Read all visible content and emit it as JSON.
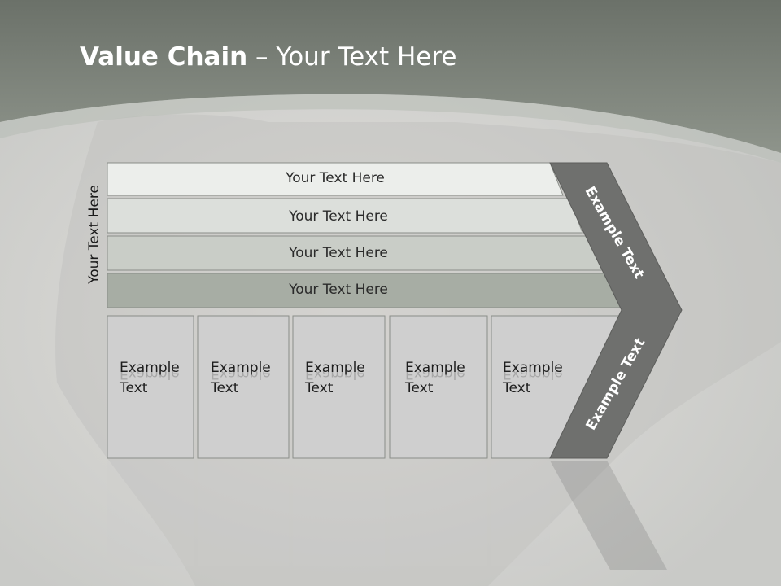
{
  "slide": {
    "title_bold": "Value Chain",
    "title_rest": " – Your Text Here",
    "side_label": "Your Text Here",
    "rows": [
      {
        "label": "Your Text Here"
      },
      {
        "label": "Your Text Here"
      },
      {
        "label": "Your Text Here"
      },
      {
        "label": "Your Text Here"
      }
    ],
    "columns": [
      {
        "line1": "Example",
        "line2": "Text"
      },
      {
        "line1": "Example",
        "line2": "Text"
      },
      {
        "line1": "Example",
        "line2": "Text"
      },
      {
        "line1": "Example",
        "line2": "Text"
      },
      {
        "line1": "Example",
        "line2": "Text"
      }
    ],
    "chevron_upper": "Example Text",
    "chevron_lower": "Example Text",
    "colors": {
      "header": "#7f857c",
      "chevron": "#6f706e",
      "row_fills": [
        "#eceeeb",
        "#dcdfdb",
        "#c9cdc7",
        "#a7ada4"
      ],
      "column_fill": "#cfcfcf"
    }
  }
}
